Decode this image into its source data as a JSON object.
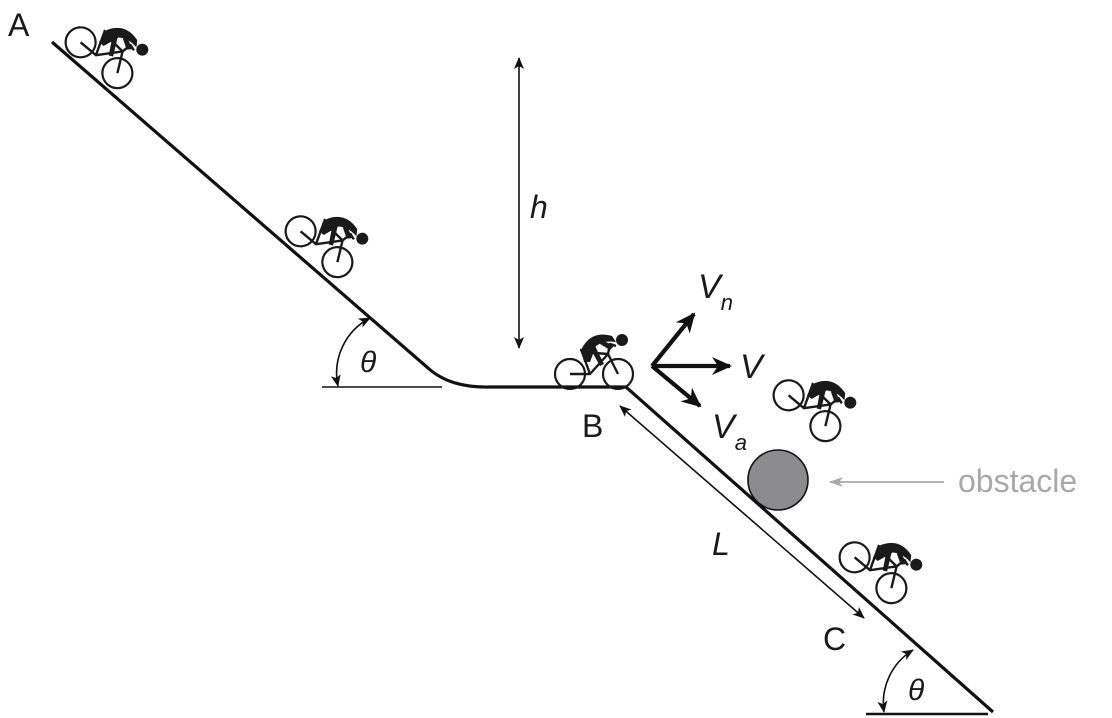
{
  "labels": {
    "point_a": "A",
    "point_b": "B",
    "point_c": "C",
    "height": "h",
    "length": "L",
    "angle_upper": "θ",
    "angle_lower": "θ",
    "velocity": "V",
    "velocity_normal_main": "V",
    "velocity_normal_sub": "n",
    "velocity_axial_main": "V",
    "velocity_axial_sub": "a",
    "obstacle": "obstacle"
  },
  "colors": {
    "line": "#111111",
    "obstacle_fill": "#8c8c8e",
    "obstacle_label": "#a8a8a8",
    "rider": "#1a1a1a"
  },
  "icons": [
    "cyclist-icon"
  ]
}
